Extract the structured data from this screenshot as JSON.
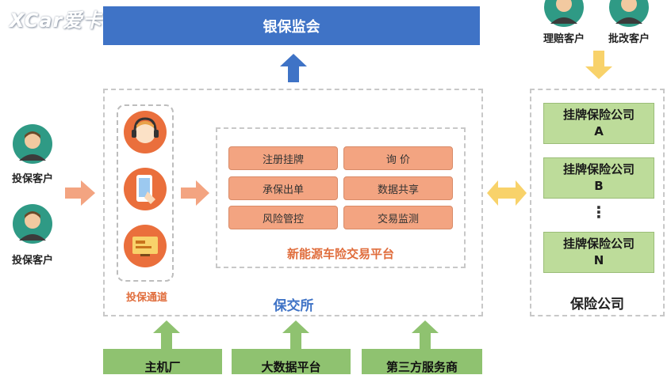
{
  "watermark": "XCar爱卡",
  "regulator": "银保监会",
  "customers": {
    "left_1": "投保客户",
    "left_2": "投保客户",
    "claims": "理赔客户",
    "endorse": "批改客户"
  },
  "channel": {
    "label": "投保通道",
    "icons": [
      "headset-agent-icon",
      "mobile-app-icon",
      "computer-screen-icon"
    ]
  },
  "platform": {
    "label": "新能源车险交易平台",
    "functions": [
      "注册挂牌",
      "询 价",
      "承保出单",
      "数据共享",
      "风险管控",
      "交易监测"
    ]
  },
  "exchange": {
    "label": "保交所"
  },
  "insurers": {
    "label": "保险公司",
    "companies": [
      {
        "line1": "挂牌保险公司",
        "line2": "A"
      },
      {
        "line1": "挂牌保险公司",
        "line2": "B"
      },
      {
        "line1": "挂牌保险公司",
        "line2": "N"
      }
    ],
    "ellipsis": "⋮"
  },
  "bottom": [
    "主机厂",
    "大数据平台",
    "第三方服务商"
  ],
  "colors": {
    "regulator_blue": "#3f73c6",
    "orange": "#e06d3c",
    "pill_orange": "#f3a481",
    "green": "#8fc270",
    "company_green": "#bddc9a",
    "yellow_arrow": "#f8d26a",
    "avatar_teal": "#2f9a85"
  }
}
